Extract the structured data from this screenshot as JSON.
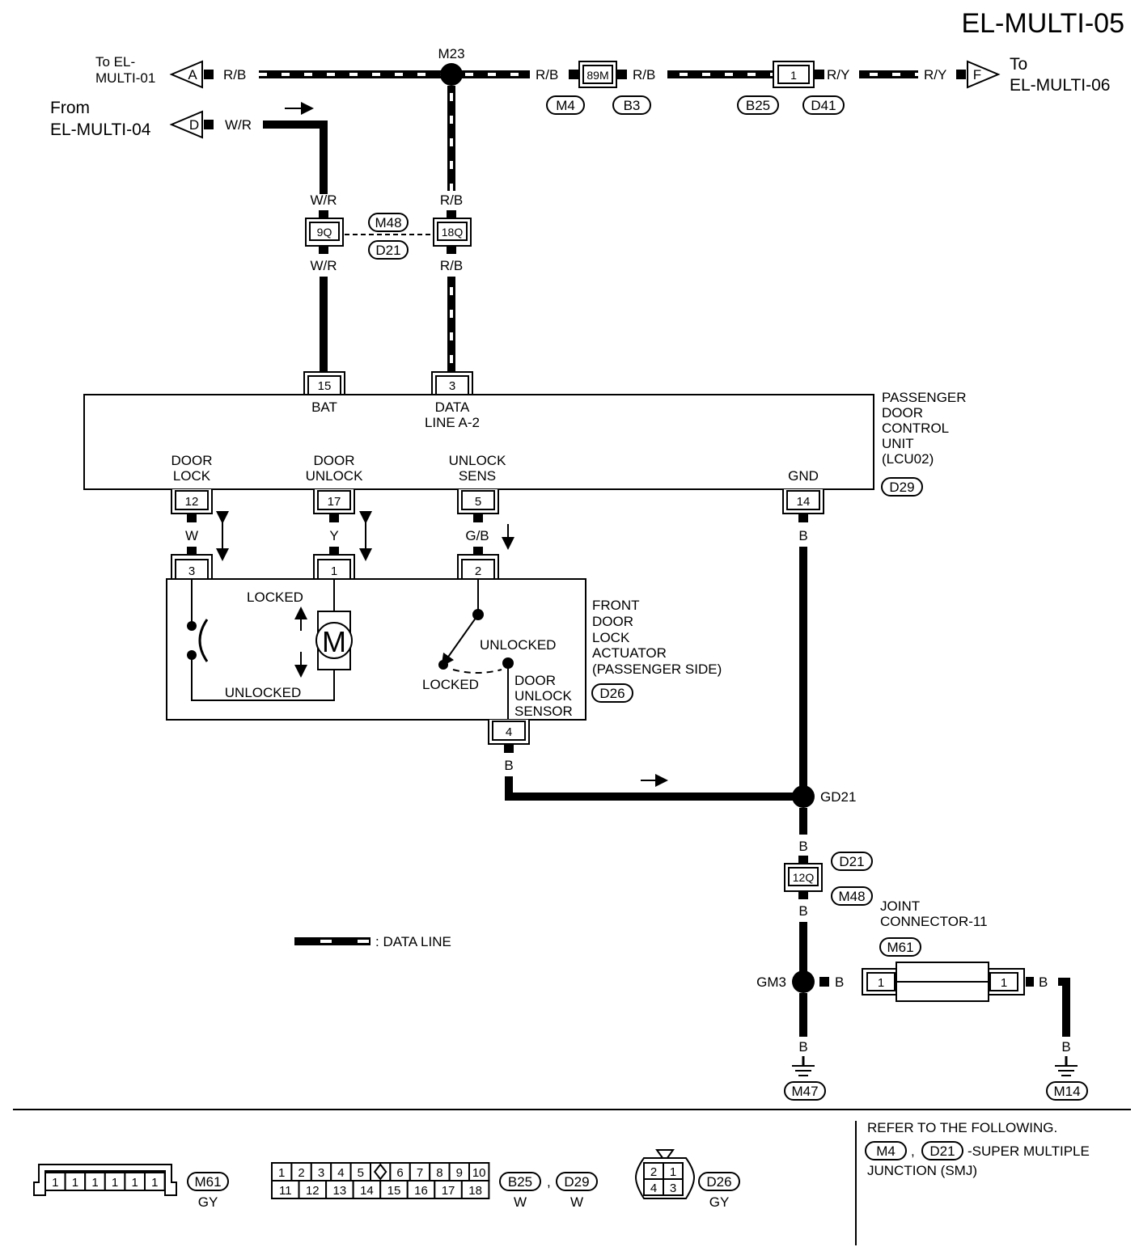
{
  "title": "EL-MULTI-05",
  "legend": {
    "data_line": ": DATA LINE"
  },
  "refs": {
    "to_el_multi_01": [
      "To EL-",
      "MULTI-01"
    ],
    "from_el_multi_04": [
      "From",
      "EL-MULTI-04"
    ],
    "to_el_multi_06": [
      "To",
      "EL-MULTI-06"
    ],
    "conn_a": "A",
    "conn_d": "D",
    "conn_f": "F"
  },
  "wires": {
    "rb": "R/B",
    "wr": "W/R",
    "ry": "R/Y",
    "w": "W",
    "y": "Y",
    "gb": "G/B",
    "b": "B"
  },
  "splices": {
    "m23": "M23",
    "gd21": "GD21",
    "gm3": "GM3"
  },
  "connectors": {
    "c89m": "89M",
    "c1": "1",
    "c9q": "9Q",
    "c18q": "18Q",
    "c12q": "12Q",
    "m4": "M4",
    "b3": "B3",
    "b25": "B25",
    "d41": "D41",
    "m48": "M48",
    "d21": "D21",
    "d29": "D29",
    "d26": "D26",
    "m61": "M61",
    "m47": "M47",
    "m14": "M14"
  },
  "pdcu": {
    "name": [
      "PASSENGER",
      "DOOR",
      "CONTROL",
      "UNIT",
      "(LCU02)"
    ],
    "pins": {
      "bat": "15",
      "data": "3",
      "lock": "12",
      "unlock": "17",
      "sens": "5",
      "gnd": "14"
    },
    "labels": {
      "bat": "BAT",
      "data": [
        "DATA",
        "LINE A-2"
      ],
      "lock": [
        "DOOR",
        "LOCK"
      ],
      "unlock": [
        "DOOR",
        "UNLOCK"
      ],
      "sens": [
        "UNLOCK",
        "SENS"
      ],
      "gnd": "GND"
    }
  },
  "actuator": {
    "name": [
      "FRONT",
      "DOOR",
      "LOCK",
      "ACTUATOR",
      "(PASSENGER SIDE)"
    ],
    "pins": {
      "p3": "3",
      "p1": "1",
      "p2": "2",
      "p4": "4"
    },
    "motor": "M",
    "locked": "LOCKED",
    "unlocked": "UNLOCKED",
    "sensor": [
      "DOOR",
      "UNLOCK",
      "SENSOR"
    ]
  },
  "joint": {
    "name": [
      "JOINT",
      "CONNECTOR-11"
    ],
    "pin_left": "1",
    "pin_right": "1"
  },
  "footer": {
    "m61_pins": [
      "1",
      "1",
      "1",
      "1",
      "1",
      "1"
    ],
    "m61_label": "M61",
    "m61_color": "GY",
    "grid_top": [
      "1",
      "2",
      "3",
      "4",
      "5",
      "",
      "6",
      "7",
      "8",
      "9",
      "10"
    ],
    "grid_bottom": [
      "11",
      "12",
      "13",
      "14",
      "15",
      "16",
      "17",
      "18"
    ],
    "b25_label": "B25",
    "b25_color": "W",
    "d29_label": "D29",
    "d29_color": "W",
    "comma": ",",
    "round_pins": [
      "2",
      "1",
      "4",
      "3"
    ],
    "d26_label": "D26",
    "d26_color": "GY",
    "refer_line1": "REFER TO THE FOLLOWING.",
    "refer_m4": "M4",
    "refer_d21": "D21",
    "refer_comma": ",",
    "refer_line2": "-SUPER MULTIPLE",
    "refer_line3": "JUNCTION (SMJ)"
  }
}
